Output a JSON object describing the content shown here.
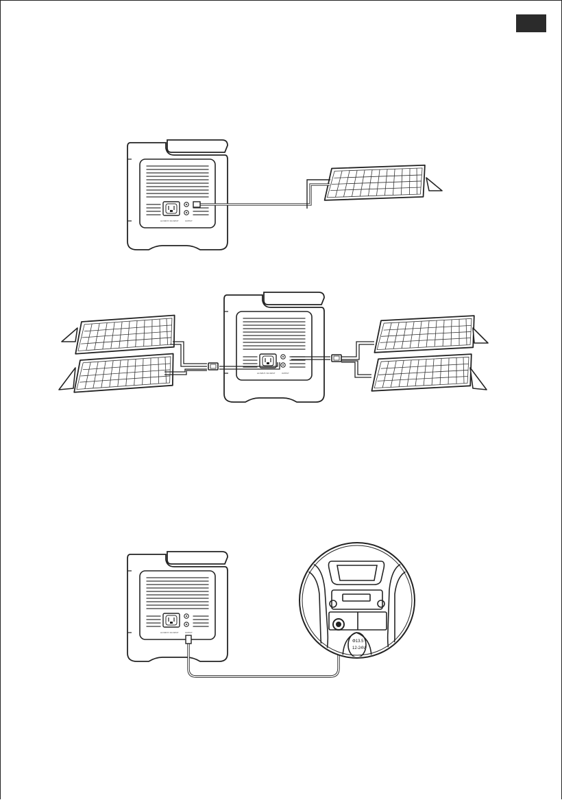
{
  "page": {
    "corner_tab_color": "#2b2b2b",
    "line_color": "#222222",
    "panel_fill": "#ffffff",
    "cell_stroke": "#333333"
  },
  "figure_single": {
    "station": {
      "icon": "power-station-rear",
      "input_label": "AC INPUT / DC INPUT",
      "output_label": "OUTPUT"
    },
    "panel": {
      "icon": "solar-panel"
    }
  },
  "figure_dual": {
    "station": {
      "icon": "power-station-rear",
      "input_label": "AC INPUT / DC INPUT",
      "output_label": "OUTPUT"
    },
    "left_panels": [
      "solar-panel",
      "solar-panel"
    ],
    "right_panels": [
      "solar-panel",
      "solar-panel"
    ],
    "connectors": [
      "parallel-connector",
      "parallel-connector"
    ]
  },
  "figure_car": {
    "station": {
      "icon": "power-station-rear",
      "input_label": "AC INPUT / DC INPUT"
    },
    "inset": {
      "icon": "car-socket-closeup",
      "plate_lines": [
        "Φ13.5",
        "12-24V"
      ]
    }
  }
}
